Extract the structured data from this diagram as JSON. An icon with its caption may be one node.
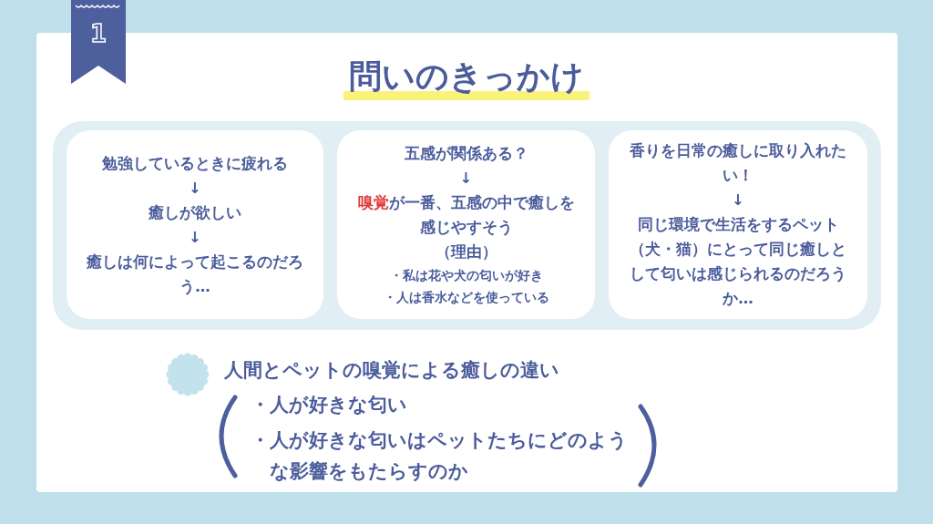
{
  "diagram": {
    "title": "問いのきっかけ",
    "nodes": [
      {
        "text": [
          "1"
        ]
      },
      {
        "text": [],
        "shape": "box"
      },
      {
        "text": [
          "勉強しているときに疲れる",
          "↓",
          "癒しが欲しい",
          "↓",
          "癒しは何によって起こるのだろう…"
        ],
        "in": 1
      },
      {
        "text": [
          "五感が関係ある？",
          "↓",
          "**嗅覚**が一番、五感の中で癒しを感じやすそう",
          "（理由）",
          "・私は花や犬の匂いが好き",
          "・人は香水などを使っている"
        ],
        "in": 1
      },
      {
        "text": [
          "香りを日常の癒しに取り入れたい！",
          "↓",
          "同じ環境で生活をするペット（犬・猫）にとって同じ癒しとして匂いは感じられるのだろうか…"
        ],
        "in": 1
      }
    ],
    "edges": [],
    "labels": [
      "人間とペットの嗅覚による癒しの違い",
      "・人が好きな匂い",
      "・人が好きな匂いはペットたちにどのような影響をもたらすのか"
    ]
  }
}
